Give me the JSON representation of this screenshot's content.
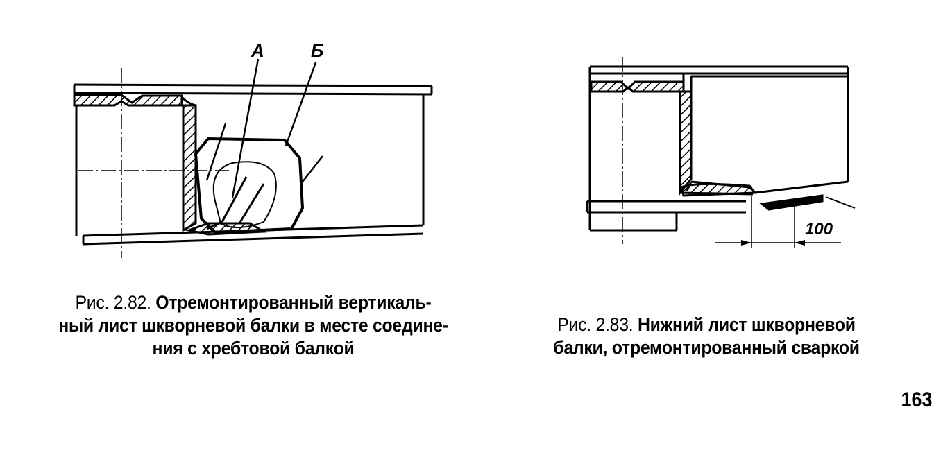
{
  "figure_282": {
    "label_a": "А",
    "label_b": "Б",
    "caption_number": "Рис. 2.82.",
    "caption_line1": "Отремонтированный вертикаль-",
    "caption_line2": "ный лист шкворневой балки в месте соедине-",
    "caption_line3": "ния с хребтовой балкой"
  },
  "figure_283": {
    "dimension": "100",
    "caption_number": "Рис. 2.83.",
    "caption_line1": "Нижний лист шкворневой",
    "caption_line2": "балки, отремонтированный сваркой"
  },
  "page_number": "163"
}
